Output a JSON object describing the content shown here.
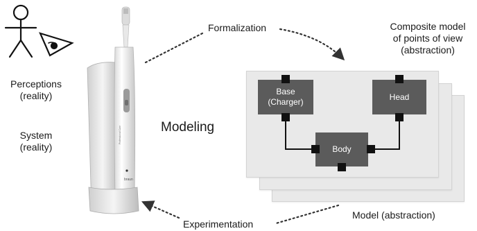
{
  "labels": {
    "perceptions": [
      "Perceptions",
      "(reality)"
    ],
    "system": [
      "System",
      "(reality)"
    ],
    "formalization": "Formalization",
    "experimentation": "Experimentation",
    "modeling": "Modeling",
    "composite_model": [
      "Composite model",
      "of points of view",
      "(abstraction)"
    ],
    "model_prefix": "Model",
    "model_suffix": "(abstraction)"
  },
  "blocks": {
    "base": [
      "Base",
      "(Charger)"
    ],
    "head": "Head",
    "body": "Body"
  },
  "device": {
    "brand": "braun",
    "side_text": "Professional Care"
  }
}
